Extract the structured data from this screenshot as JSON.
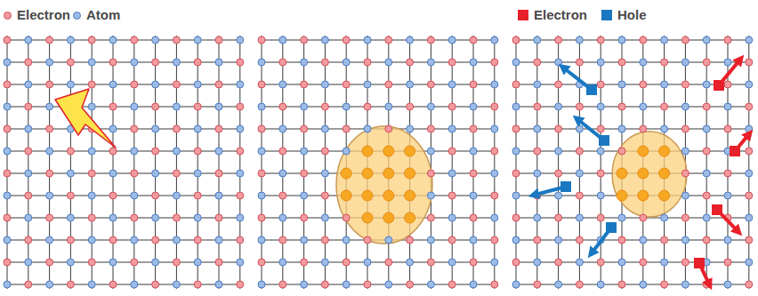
{
  "diagram": {
    "legend": [
      {
        "text": "Electron",
        "color": "#f39a9e"
      },
      {
        "text": "Atom",
        "color": "#9dbbe6"
      },
      {
        "text": "Electron",
        "color": "#e8202a"
      },
      {
        "text": "Hole",
        "color": "#1a78c2"
      }
    ]
  }
}
